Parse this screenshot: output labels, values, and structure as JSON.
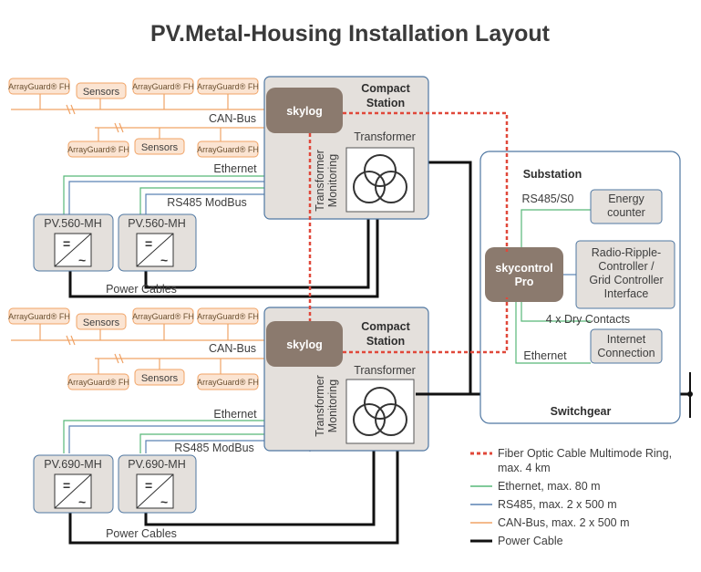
{
  "title": "PV.Metal-Housing Installation Layout",
  "colors": {
    "fiber": "#e0483a",
    "ethernet": "#57b878",
    "rs485": "#5a82b4",
    "canbus": "#f0a366",
    "power": "#111111",
    "device_fill": "#8b7a6e",
    "station_fill": "#e4e0dc",
    "station_stroke": "#4f77a2"
  },
  "sections": {
    "top": {
      "station_label": "Compact Station",
      "skylog": "skylog",
      "transformer": "Transformer",
      "transformer_monitoring": "Transformer Monitoring",
      "canbus": "CAN-Bus",
      "ethernet": "Ethernet",
      "rs485": "RS485 ModBus",
      "power_cables": "Power Cables",
      "inverter_1": "PV.560-MH",
      "inverter_2": "PV.560-MH",
      "sensors_1": "Sensors",
      "sensors_2": "Sensors",
      "arrayguard": "ArrayGuard® FH"
    },
    "bottom": {
      "station_label": "Compact Station",
      "skylog": "skylog",
      "transformer": "Transformer",
      "transformer_monitoring": "Transformer Monitoring",
      "canbus": "CAN-Bus",
      "ethernet": "Ethernet",
      "rs485": "RS485 ModBus",
      "power_cables": "Power Cables",
      "inverter_1": "PV.690-MH",
      "inverter_2": "PV.690-MH",
      "sensors_1": "Sensors",
      "sensors_2": "Sensors",
      "arrayguard": "ArrayGuard® FH"
    }
  },
  "substation": {
    "title": "Substation",
    "rs485_s0": "RS485/S0",
    "energy_counter": "Energy counter",
    "skycontrol": "skycontrol Pro",
    "radio_ripple": "Radio-Ripple-Controller / Grid Controller Interface",
    "dry_contacts": "4 x Dry Contacts",
    "ethernet": "Ethernet",
    "internet": "Internet Connection",
    "switchgear": "Switchgear"
  },
  "legend": [
    {
      "key": "fiber",
      "label": "Fiber Optic Cable Multimode Ring, max. 4 km"
    },
    {
      "key": "ethernet",
      "label": "Ethernet, max. 80 m"
    },
    {
      "key": "rs485",
      "label": "RS485, max. 2 x 500 m"
    },
    {
      "key": "canbus",
      "label": "CAN-Bus, max. 2 x 500 m"
    },
    {
      "key": "power",
      "label": "Power Cable"
    }
  ]
}
